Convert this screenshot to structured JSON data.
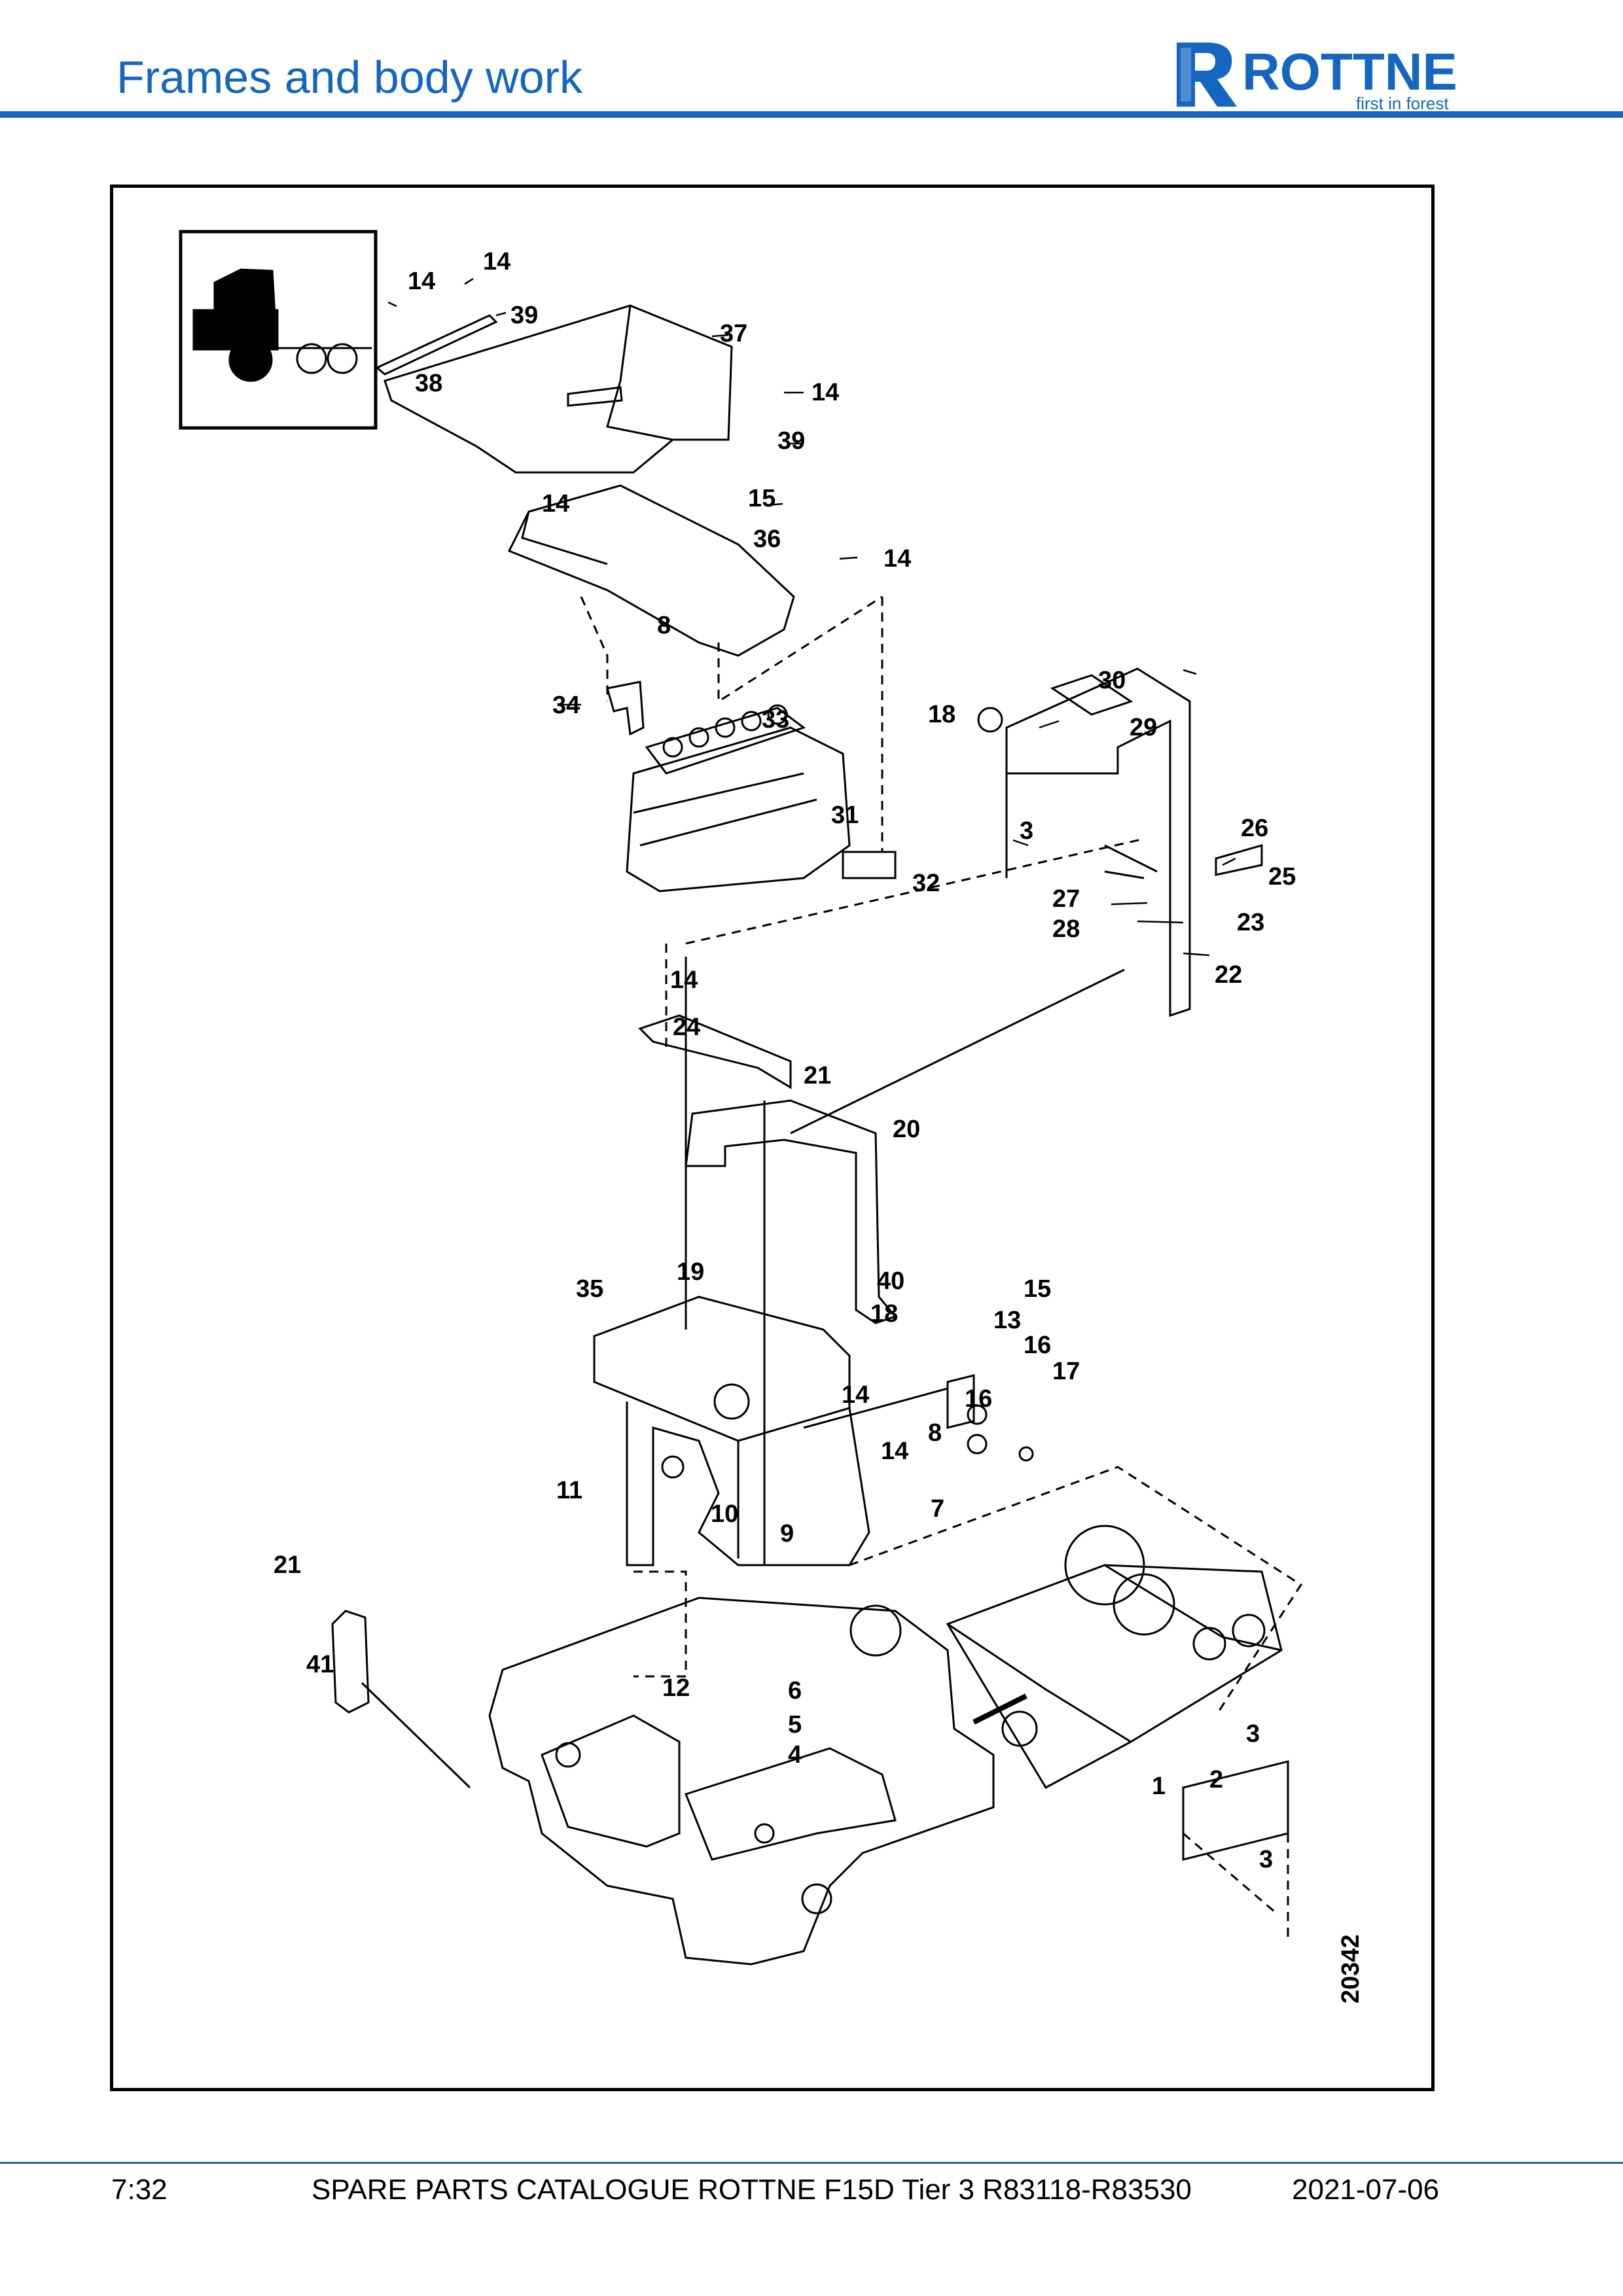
{
  "header": {
    "title": "Frames and body work",
    "logo": {
      "wordmark": "ROTTNE",
      "tagline": "first in forest",
      "accent_color": "#1466c0"
    }
  },
  "drawing": {
    "figure_number": "20342",
    "callouts": [
      "14",
      "14",
      "39",
      "37",
      "38",
      "14",
      "39",
      "14",
      "15",
      "36",
      "14",
      "8",
      "34",
      "33",
      "18",
      "30",
      "29",
      "31",
      "32",
      "3",
      "26",
      "25",
      "27",
      "28",
      "23",
      "22",
      "14",
      "24",
      "21",
      "20",
      "19",
      "40",
      "35",
      "15",
      "18",
      "13",
      "16",
      "17",
      "16",
      "14",
      "14",
      "8",
      "11",
      "10",
      "7",
      "9",
      "21",
      "41",
      "12",
      "6",
      "5",
      "4",
      "3",
      "1",
      "2",
      "3"
    ]
  },
  "footer": {
    "page": "7:32",
    "catalogue": "SPARE PARTS CATALOGUE ROTTNE F15D Tier 3 R83118-R83530",
    "date": "2021-07-06"
  }
}
